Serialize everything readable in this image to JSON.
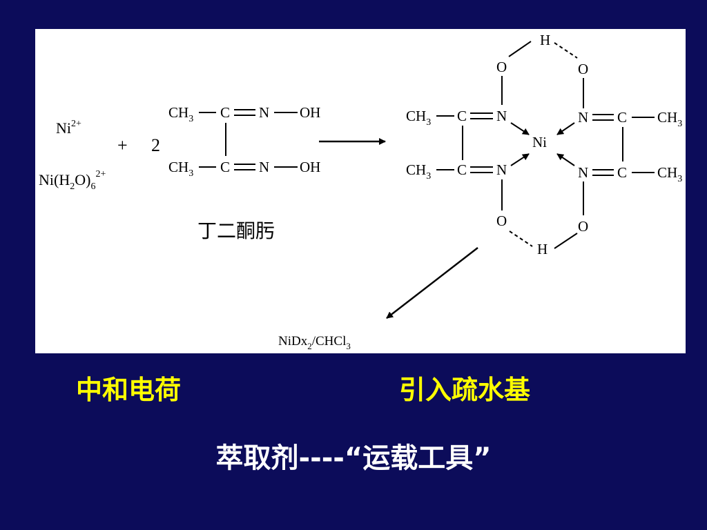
{
  "diagram": {
    "reactants": {
      "ion": {
        "symbol": "Ni",
        "charge": "2+"
      },
      "hydrated_ion": {
        "prefix": "Ni(H",
        "sub1": "2",
        "mid": "O)",
        "sub2": "6",
        "charge": "2+"
      },
      "plus": "+",
      "coefficient": "2",
      "ligand_name": "丁二酮肟"
    },
    "atoms": {
      "ch": "CH",
      "three": "3",
      "c": "C",
      "n": "N",
      "o": "O",
      "h": "H",
      "oh": "OH",
      "ni": "Ni"
    },
    "product": {
      "prefix": "NiDx",
      "sub1": "2",
      "mid": "/CHCl",
      "sub2": "3"
    }
  },
  "captions": {
    "left": "中和电荷",
    "right": "引入疏水基",
    "bottom": "萃取剂----“运载工具”"
  }
}
